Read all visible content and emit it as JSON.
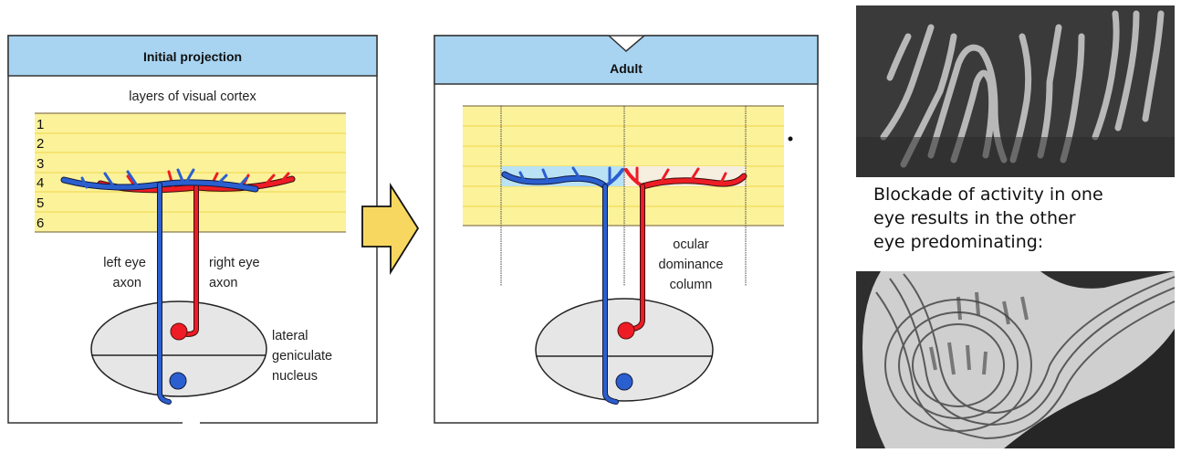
{
  "left_panel": {
    "title": "Initial projection",
    "subtitle": "layers of visual cortex",
    "layers": [
      "1",
      "2",
      "3",
      "4",
      "5",
      "6"
    ],
    "labels": {
      "left_axon_line1": "left eye",
      "left_axon_line2": "axon",
      "right_axon_line1": "right eye",
      "right_axon_line2": "axon",
      "lgn_line1": "lateral",
      "lgn_line2": "geniculate",
      "lgn_line3": "nucleus"
    }
  },
  "transition_arrow": {
    "icon": "right-arrow-icon",
    "color": "#f7d760"
  },
  "right_panel": {
    "title": "Adult",
    "labels": {
      "column_line1": "ocular",
      "column_line2": "dominance",
      "column_line3": "column"
    }
  },
  "photos": {
    "top": {
      "description": "normal ocular dominance stripes micrograph"
    },
    "bottom": {
      "description": "monocular blockade ocular dominance micrograph"
    }
  },
  "caption": {
    "line1": "Blockade of activity in one",
    "line2": "eye results in the other",
    "line3": "eye predominating:"
  },
  "colors": {
    "header_blue": "#a8d4f2",
    "cortex_yellow": "#fbf29a",
    "left_eye_blue": "#2b5fcf",
    "right_eye_red": "#ee1c24",
    "lgn_gray": "#e6e6e6"
  }
}
